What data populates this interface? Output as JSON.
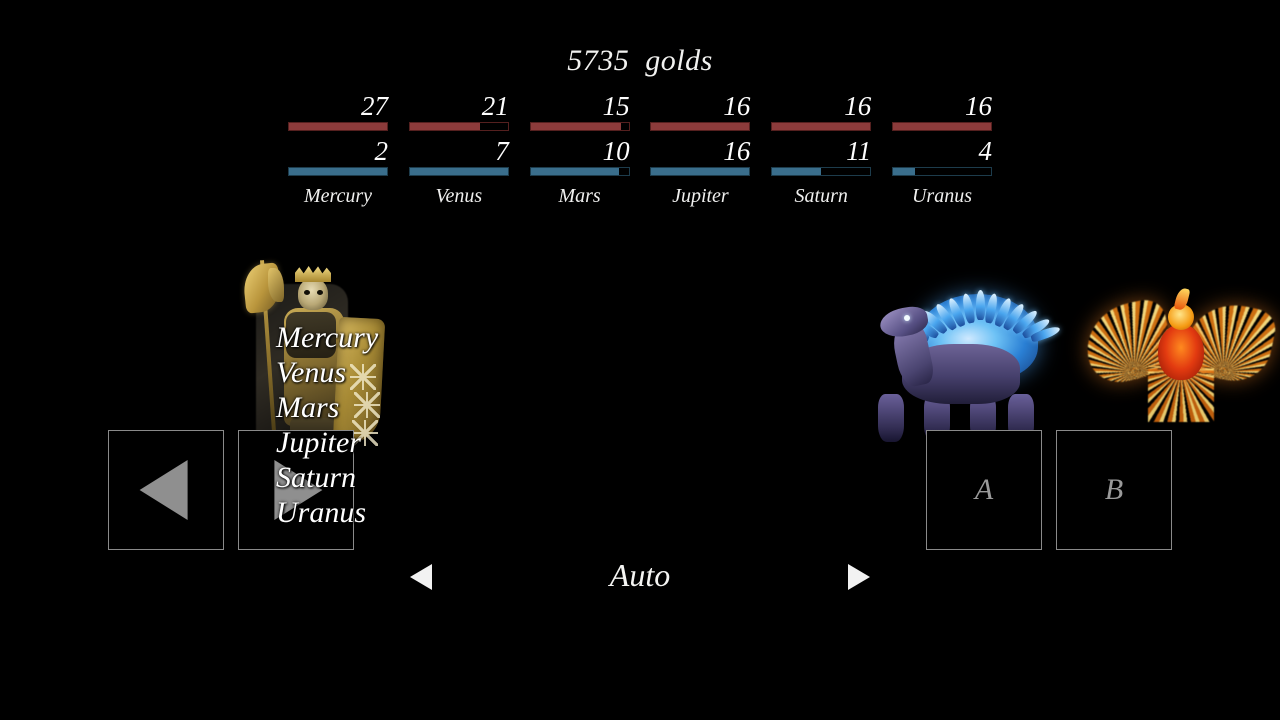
{
  "header": {
    "gold_text": "5735  golds"
  },
  "stats": {
    "columns": [
      {
        "name": "Mercury",
        "red_value": "27",
        "red_pct": 100,
        "blue_value": "2",
        "blue_pct": 100
      },
      {
        "name": "Venus",
        "red_value": "21",
        "red_pct": 72,
        "blue_value": "7",
        "blue_pct": 100
      },
      {
        "name": "Mars",
        "red_value": "15",
        "red_pct": 92,
        "blue_value": "10",
        "blue_pct": 90
      },
      {
        "name": "Jupiter",
        "red_value": "16",
        "red_pct": 100,
        "blue_value": "16",
        "blue_pct": 100
      },
      {
        "name": "Saturn",
        "red_value": "16",
        "red_pct": 100,
        "blue_value": "11",
        "blue_pct": 50
      },
      {
        "name": "Uranus",
        "red_value": "16",
        "red_pct": 100,
        "blue_value": "4",
        "blue_pct": 22
      }
    ],
    "colors": {
      "red_bar": "#8c3b3b",
      "blue_bar": "#3a6e8c"
    }
  },
  "planet_list": {
    "items": [
      "Mercury",
      "Venus",
      "Mars",
      "Jupiter",
      "Saturn",
      "Uranus"
    ]
  },
  "buttons": {
    "prev_icon": "triangle-left-icon",
    "next_icon": "triangle-right-icon"
  },
  "slots": {
    "a_label": "A",
    "b_label": "B"
  },
  "auto_bar": {
    "label": "Auto",
    "prev_icon": "triangle-left-icon",
    "next_icon": "triangle-right-icon"
  },
  "sprites": {
    "warrior": "skeleton-king-with-halberd-and-shield",
    "tortoise": "blue-crystal-tortoise",
    "phoenix": "flaming-phoenix"
  }
}
